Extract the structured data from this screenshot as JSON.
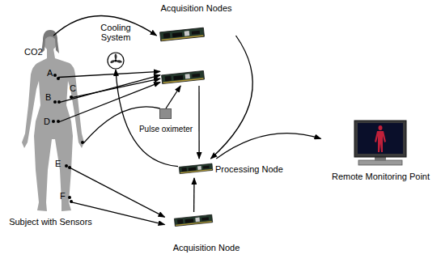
{
  "diagram": {
    "nodes": [
      {
        "text": [
          "Subject with Sensors"
        ]
      },
      {
        "text": [
          "Cooling System"
        ]
      },
      {
        "text": [
          "Acquisition Nodes"
        ]
      },
      {
        "text": []
      },
      {
        "text": [
          "Pulse oximeter"
        ]
      },
      {
        "text": [
          "Processing Node"
        ]
      },
      {
        "text": [
          "Acquisition Node"
        ]
      },
      {
        "text": [
          "Remote Monitoring Point"
        ]
      }
    ],
    "edges": [
      {
        "from": 0,
        "to": 2,
        "arrow": "to"
      },
      {
        "from": 0,
        "to": 3,
        "arrow": "to"
      },
      {
        "from": 0,
        "to": 3,
        "arrow": "to"
      },
      {
        "from": 0,
        "to": 3,
        "arrow": "to"
      },
      {
        "from": 0,
        "to": 3,
        "arrow": "to"
      },
      {
        "from": 0,
        "to": 4,
        "arrow": "none"
      },
      {
        "from": 4,
        "to": 3,
        "arrow": "to"
      },
      {
        "from": 5,
        "to": 1,
        "arrow": "to"
      },
      {
        "from": 2,
        "to": 5,
        "arrow": "to"
      },
      {
        "from": 3,
        "to": 5,
        "arrow": "to"
      },
      {
        "from": 6,
        "to": 5,
        "arrow": "to"
      },
      {
        "from": 5,
        "to": 7,
        "arrow": "to"
      },
      {
        "from": 0,
        "to": 6,
        "arrow": "to"
      },
      {
        "from": 0,
        "to": 6,
        "arrow": "to"
      }
    ],
    "labels": [
      "CO2",
      "A",
      "B",
      "C",
      "D",
      "E",
      "F"
    ]
  }
}
